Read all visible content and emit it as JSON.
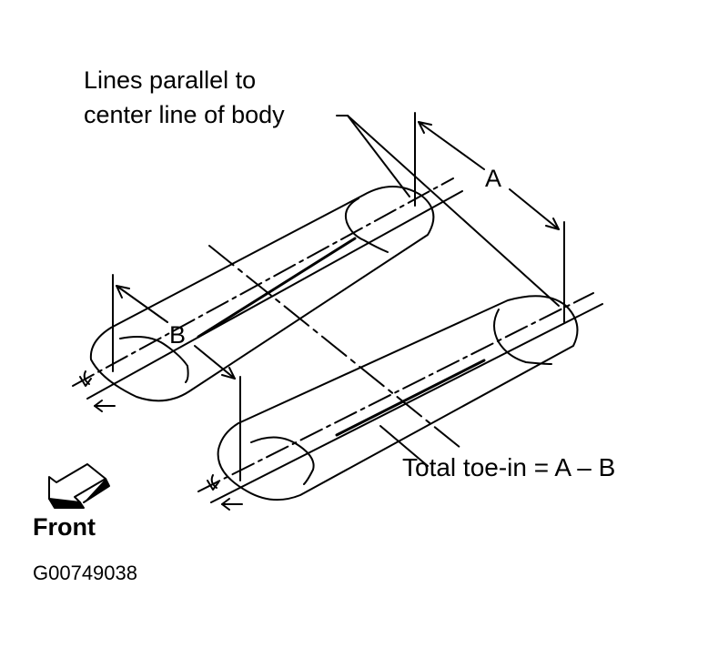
{
  "labels": {
    "parallel_line1": "Lines parallel to",
    "parallel_line2": "center line of body",
    "measurement_a": "A",
    "measurement_b": "B",
    "total_toe_in": "Total toe-in = A – B",
    "front": "Front",
    "figure_code": "G00749038"
  },
  "colors": {
    "ink": "#000000",
    "background": "#ffffff"
  },
  "icons": {
    "front_direction": "front-arrow-icon"
  }
}
